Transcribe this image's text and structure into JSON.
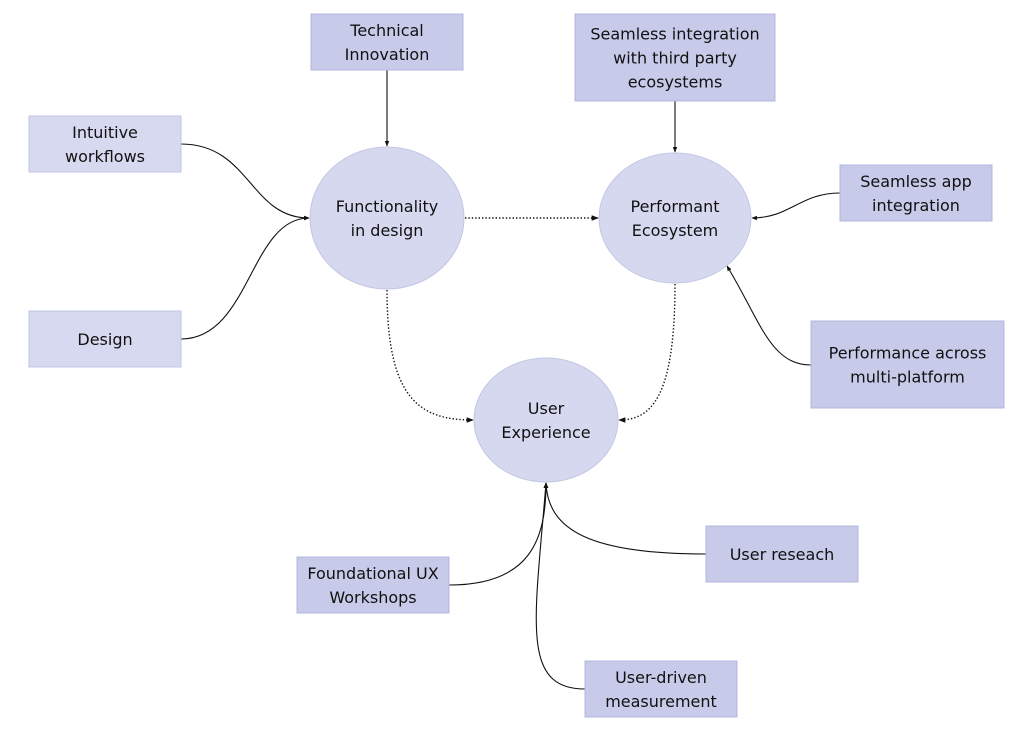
{
  "diagram": {
    "colors": {
      "box_fill": "#c8caea",
      "box_stroke": "#b4b7dc",
      "box_light_fill": "#d7d9f0",
      "box_light_stroke": "#c2c5e3",
      "ellipse_fill": "#d6d8f0",
      "line": "#111111",
      "text": "#111111"
    },
    "hubs": [
      {
        "id": "functionality",
        "lines": [
          "Functionality",
          "in design"
        ]
      },
      {
        "id": "performant",
        "lines": [
          "Performant",
          "Ecosystem"
        ]
      },
      {
        "id": "ux",
        "lines": [
          "User",
          "Experience"
        ]
      }
    ],
    "boxes": [
      {
        "id": "technical",
        "lines": [
          "Technical",
          "Innovation"
        ],
        "style": "dark"
      },
      {
        "id": "intuitive",
        "lines": [
          "Intuitive",
          "workflows"
        ],
        "style": "light"
      },
      {
        "id": "design",
        "lines": [
          "Design"
        ],
        "style": "light"
      },
      {
        "id": "thirdparty",
        "lines": [
          "Seamless integration",
          "with third party",
          "ecosystems"
        ],
        "style": "dark"
      },
      {
        "id": "appintegration",
        "lines": [
          "Seamless app",
          "integration"
        ],
        "style": "dark"
      },
      {
        "id": "multiplatform",
        "lines": [
          "Performance across",
          "multi-platform"
        ],
        "style": "dark"
      },
      {
        "id": "workshops",
        "lines": [
          "Foundational UX",
          "Workshops"
        ],
        "style": "dark"
      },
      {
        "id": "research",
        "lines": [
          "User reseach"
        ],
        "style": "dark"
      },
      {
        "id": "measurement",
        "lines": [
          "User-driven",
          "measurement"
        ],
        "style": "dark"
      }
    ],
    "edges": [
      {
        "from": "technical",
        "to": "functionality",
        "style": "solid"
      },
      {
        "from": "intuitive",
        "to": "functionality",
        "style": "solid"
      },
      {
        "from": "design",
        "to": "functionality",
        "style": "solid"
      },
      {
        "from": "functionality",
        "to": "performant",
        "style": "dotted"
      },
      {
        "from": "thirdparty",
        "to": "performant",
        "style": "solid"
      },
      {
        "from": "appintegration",
        "to": "performant",
        "style": "solid"
      },
      {
        "from": "multiplatform",
        "to": "performant",
        "style": "solid"
      },
      {
        "from": "functionality",
        "to": "ux",
        "style": "dotted"
      },
      {
        "from": "performant",
        "to": "ux",
        "style": "dotted"
      },
      {
        "from": "workshops",
        "to": "ux",
        "style": "solid"
      },
      {
        "from": "research",
        "to": "ux",
        "style": "solid"
      },
      {
        "from": "measurement",
        "to": "ux",
        "style": "solid"
      }
    ]
  }
}
